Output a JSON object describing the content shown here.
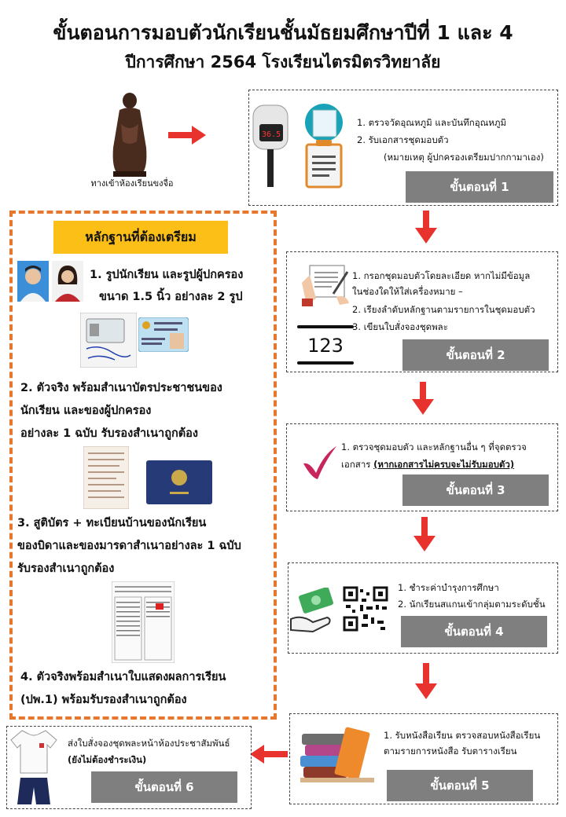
{
  "header": {
    "title": "ขั้นตอนการมอบตัวนักเรียนชั้นมัธยมศึกษาปีที่ 1 และ 4",
    "subtitle": "ปีการศึกษา 2564 โรงเรียนไตรมิตรวิทยาลัย"
  },
  "entrance": {
    "caption": "ทางเข้าห้องเรียนขงจื่อ"
  },
  "step1": {
    "item1": "1.        ตรวจวัดอุณหภูมิ และบันทึกอุณหภูมิ",
    "item2": "2.        รับเอกสารชุดมอบตัว",
    "note": "(หมายเหตุ ผู้ปกครองเตรียมปากกามาเอง)",
    "label": "ขั้นตอนที่ 1",
    "thermometer_display": "36.5"
  },
  "step2": {
    "item1a": "1. กรอกชุดมอบตัวโดยละเอียด หากไม่มีข้อมูล",
    "item1b": "ในช่องใดให้ใส่เครื่องหมาย –",
    "item2": "2. เรียงลำดับหลักฐานตามรายการในชุดมอบตัว",
    "item3": "3. เขียนใบสั่งจองชุดพละ",
    "icon_number": "123",
    "label": "ขั้นตอนที่ 2"
  },
  "step3": {
    "item1": "1. ตรวจชุดมอบตัว และหลักฐานอื่น ๆ ที่จุดตรวจ",
    "item1b_prefix": "เอกสาร ",
    "item1b_underlined": "(หากเอกสารไม่ครบจะไม่รับมอบตัว)",
    "label": "ขั้นตอนที่ 3"
  },
  "step4": {
    "item1": "1. ชำระค่าบำรุงการศึกษา",
    "item2": "2. นักเรียนสแกนเข้ากลุ่มตามระดับชั้น",
    "label": "ขั้นตอนที่ 4"
  },
  "step5": {
    "item1a": "1. รับหนังสือเรียน ตรวจสอบหนังสือเรียน",
    "item1b": "ตามรายการหนังสือ รับตารางเรียน",
    "label": "ขั้นตอนที่ 5"
  },
  "step6": {
    "line1": "ส่งใบสั่งจองชุดพละหน้าห้องประชาสัมพันธ์",
    "line2": "(ยังไม่ต้องชำระเงิน)",
    "label": "ขั้นตอนที่ 6"
  },
  "evidence": {
    "heading": "หลักฐานที่ต้องเตรียม",
    "e1a": "1. รูปนักเรียน และรูปผู้ปกครอง",
    "e1b": "ขนาด 1.5 นิ้ว อย่างละ 2 รูป",
    "e2a": "2. ตัวจริง พร้อมสำเนาบัตรประชาชนของ",
    "e2b": "นักเรียน และของผู้ปกครอง",
    "e2c": "อย่างละ 1 ฉบับ รับรองสำเนาถูกต้อง",
    "e3a": "3. สูติบัตร + ทะเบียนบ้านของนักเรียน",
    "e3b": "ของบิดาและของมารดาสำเนาอย่างละ 1 ฉบับ",
    "e3c": "รับรองสำเนาถูกต้อง",
    "e4a": "4. ตัวจริงพร้อมสำเนาใบแสดงผลการเรียน",
    "e4b": "(ปพ.1) พร้อมรับรองสำเนาถูกต้อง"
  },
  "colors": {
    "arrow": "#e8322e",
    "step_label_bg": "#7f7f7f",
    "evidence_border": "#e8772e",
    "evidence_heading_bg": "#fbbf17",
    "checkmark": "#c9255d"
  },
  "icons": [
    "confucius-statue-icon",
    "thermometer-icon",
    "document-icon",
    "form-writing-icon",
    "number-icon",
    "checkmark-icon",
    "money-hand-icon",
    "qr-code-icon",
    "books-icon",
    "tshirt-icon",
    "shorts-icon"
  ]
}
